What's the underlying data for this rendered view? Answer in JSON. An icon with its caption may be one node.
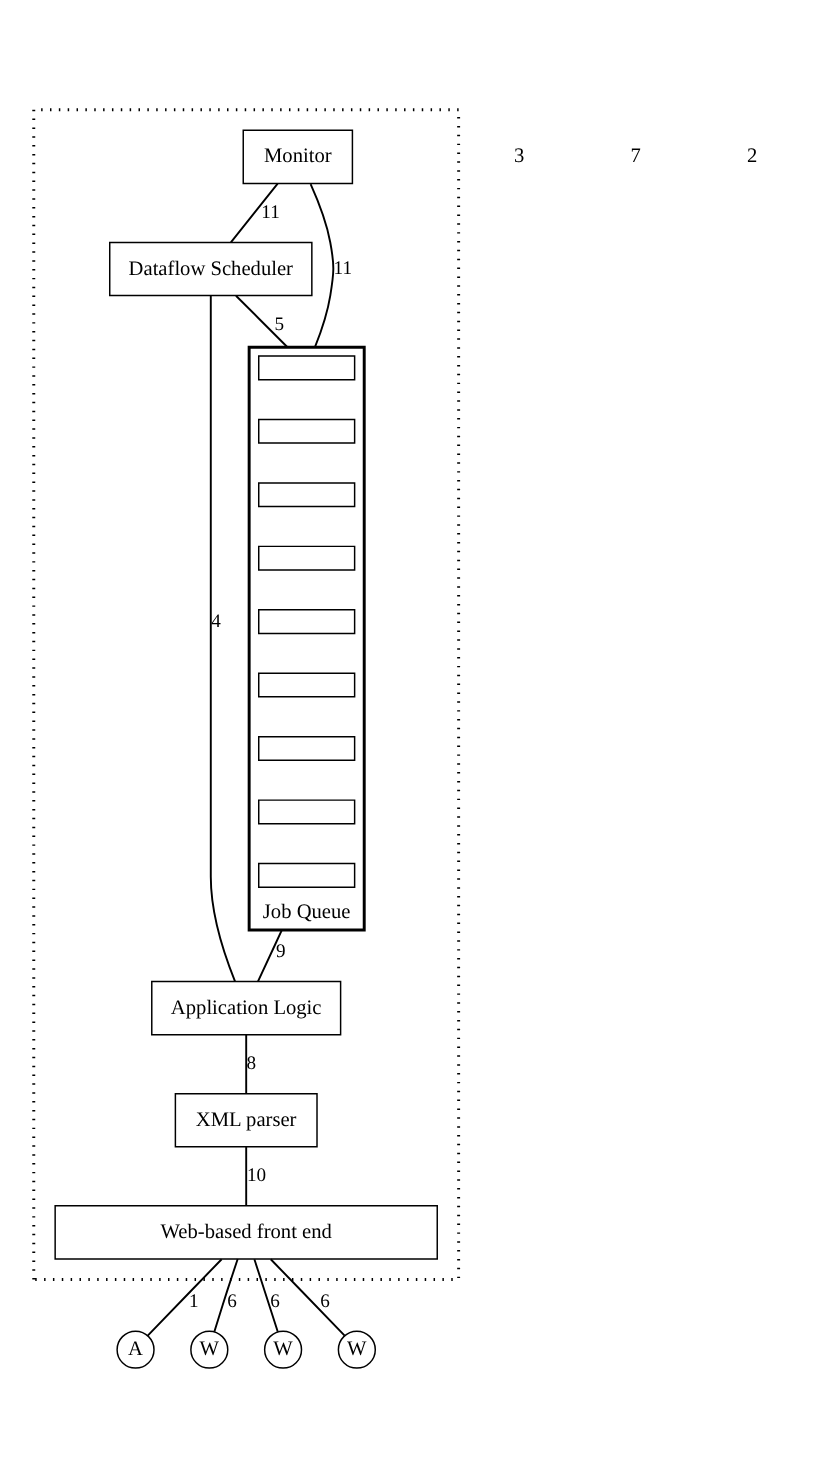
{
  "diagram": {
    "nodes": [
      {
        "text": [],
        "shape": "box"
      },
      {
        "text": [
          "Monitor"
        ],
        "in": 0
      },
      {
        "text": [
          "Dataflow Scheduler"
        ],
        "in": 0
      },
      {
        "text": [
          "Job Queue"
        ],
        "in": 0
      },
      {
        "text": [],
        "shape": "box",
        "in": 3
      },
      {
        "text": [],
        "shape": "box",
        "in": 3
      },
      {
        "text": [],
        "shape": "box",
        "in": 3
      },
      {
        "text": [],
        "shape": "box",
        "in": 3
      },
      {
        "text": [],
        "shape": "box",
        "in": 3
      },
      {
        "text": [],
        "shape": "box",
        "in": 3
      },
      {
        "text": [],
        "shape": "box",
        "in": 3
      },
      {
        "text": [],
        "shape": "box",
        "in": 3
      },
      {
        "text": [],
        "shape": "box",
        "in": 3
      },
      {
        "text": [
          "Application Logic"
        ],
        "in": 0
      },
      {
        "text": [
          "XML parser"
        ],
        "in": 0
      },
      {
        "text": [
          "Web-based front end"
        ],
        "in": 0
      },
      {
        "text": [
          "A"
        ]
      },
      {
        "text": [
          "W"
        ]
      },
      {
        "text": [
          "W"
        ]
      },
      {
        "text": [
          "W"
        ]
      }
    ],
    "edges": [
      {
        "from": 1,
        "to": 2,
        "arrow": "none",
        "label": "11"
      },
      {
        "from": 1,
        "to": 3,
        "arrow": "none",
        "label": "11"
      },
      {
        "from": 2,
        "to": 3,
        "arrow": "none",
        "label": "5"
      },
      {
        "from": 2,
        "to": 13,
        "arrow": "none",
        "label": "4"
      },
      {
        "from": 3,
        "to": 13,
        "arrow": "none",
        "label": "9"
      },
      {
        "from": 13,
        "to": 14,
        "arrow": "none",
        "label": "8"
      },
      {
        "from": 14,
        "to": 15,
        "arrow": "none",
        "label": "10"
      },
      {
        "from": 15,
        "to": 16,
        "arrow": "none",
        "label": "1"
      },
      {
        "from": 15,
        "to": 17,
        "arrow": "none",
        "label": "6"
      },
      {
        "from": 15,
        "to": 18,
        "arrow": "none",
        "label": "6"
      },
      {
        "from": 15,
        "to": 19,
        "arrow": "none",
        "label": "6"
      }
    ],
    "labels": [
      "3",
      "7",
      "2"
    ]
  }
}
